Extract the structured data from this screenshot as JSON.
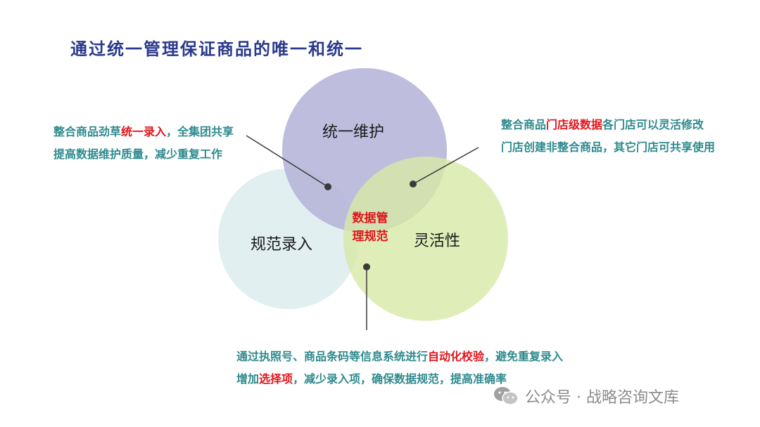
{
  "title": "通过统一管理保证商品的唯一和统一",
  "circles": {
    "top": {
      "label": "统一维护",
      "color": "#b4b2d8"
    },
    "left": {
      "label": "规范录入",
      "color": "#dcecee"
    },
    "right": {
      "label": "灵活性",
      "color": "#d7e8a6"
    }
  },
  "center": {
    "line1": "数据管",
    "line2": "理规范"
  },
  "notes": {
    "left": {
      "l1_pre": "整合商品劲草",
      "l1_hl": "统一录入",
      "l1_post": "，全集团共享",
      "l2": "提高数据维护质量，减少重复工作"
    },
    "right": {
      "l1_pre": "整合商品",
      "l1_hl": "门店级数据",
      "l1_post": "各门店可以灵活修改",
      "l2": "门店创建非整合商品，其它门店可共享使用"
    },
    "bottom": {
      "l1_pre": "通过执照号、商品条码等信息系统进行",
      "l1_hl": "自动化校验",
      "l1_post": "，避免重复录入",
      "l2_pre": "增加",
      "l2_hl": "选择项",
      "l2_post": "，减少录入项，确保数据规范，提高准确率"
    }
  },
  "watermark": {
    "text": "公众号 · 战略咨询文库"
  },
  "colors": {
    "title": "#2b3a8c",
    "note": "#2f8a8e",
    "highlight": "#e0141b",
    "pointer": "#3a3a3a"
  }
}
